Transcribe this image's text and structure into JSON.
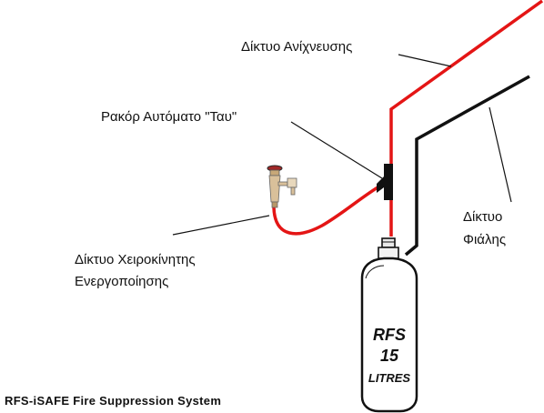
{
  "labels": {
    "detection_network": "Δίκτυο Ανίχνευσης",
    "tee_fitting": "Ρακόρ Αυτόματο \"Ταυ\"",
    "manual_network_line1": "Δίκτυο Χειροκίνητης",
    "manual_network_line2": "Ενεργοποίησης",
    "bottle_network_line1": "Δίκτυο",
    "bottle_network_line2": "Φιάλης"
  },
  "cylinder": {
    "line1": "RFS",
    "line2": "15",
    "line3": "LITRES"
  },
  "footer": {
    "title": "RFS-iSAFE Fire Suppression System"
  },
  "colors": {
    "detection_tube": "#e41515",
    "bottle_tube": "#111111",
    "manual_valve": "#c8a878"
  }
}
